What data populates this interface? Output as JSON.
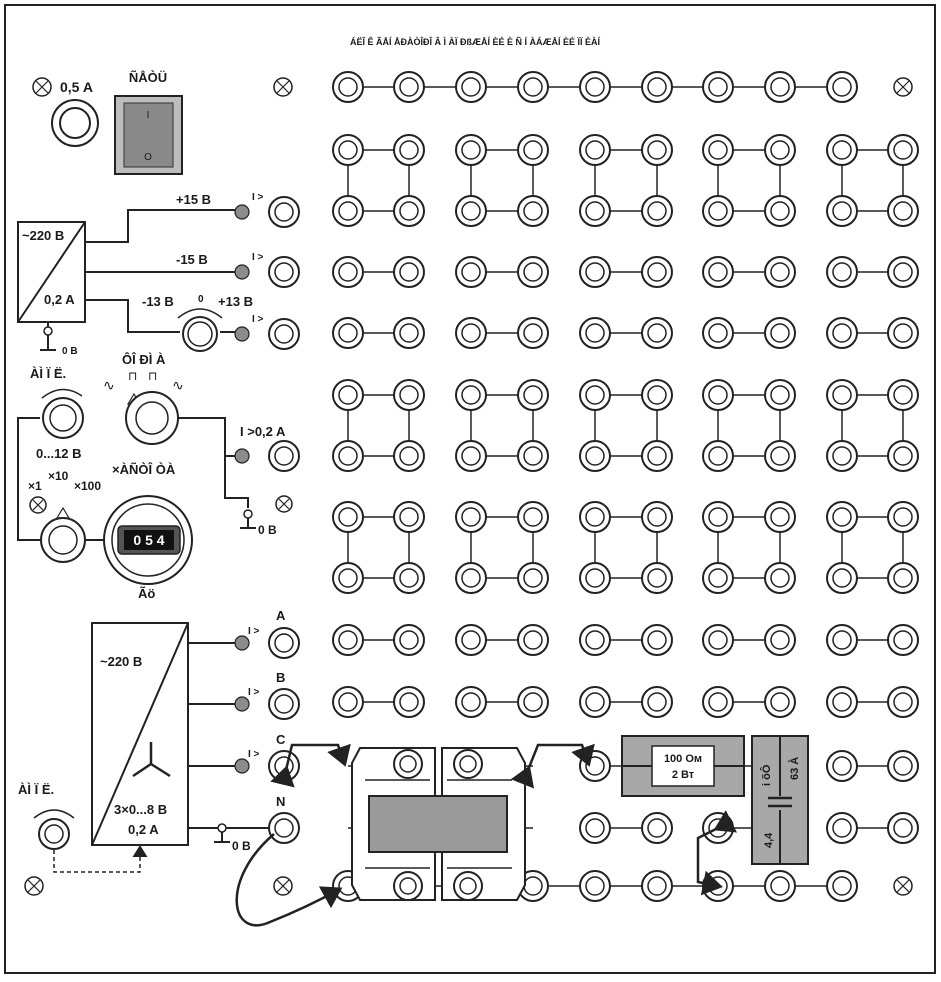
{
  "header_text": "ÁËÎ Ê ÃÅÍ ÅÐÀÒÎÐÎ Â Ì ÀÏ ÐßÆÅÍ ÈÉ È Ñ Í ÀÁÆÅÍ ÈÉ ÏÏ ÈÀÍ",
  "fuse_top_label": "0,5 A",
  "switch": {
    "title": "ÑÅÒÜ",
    "on": "I",
    "off": "O"
  },
  "psu": {
    "input": "~220 B",
    "current": "0,2 A",
    "ground": "0 B"
  },
  "outputs": {
    "p15": "+15 B",
    "m15": "-15 B",
    "adj_min": "-13 B",
    "adj_zero": "0",
    "adj_max": "+13 B",
    "overload": "I >"
  },
  "generator": {
    "amp_label": "ÀÌ Ï Ë.",
    "form_label": "ÔÎ ÐÌ À",
    "range": "0...12 B",
    "overload": "I >0,2 A",
    "freq_label": "×ÀÑÒÎ ÒÀ",
    "mult": [
      "×1",
      "×10",
      "×100"
    ],
    "display_value": "0 5 4",
    "freq_unit": "Ãö",
    "ground": "0 B"
  },
  "three_phase": {
    "input": "~220 B",
    "output": "3×0...8 B",
    "current": "0,2 A",
    "phases": [
      "A",
      "B",
      "C",
      "N"
    ],
    "overload": "I >",
    "amp_label": "ÀÌ Ï Ë.",
    "ground": "0 B"
  },
  "resistor": {
    "value": "100 Ом",
    "power": "2 Вт"
  },
  "capacitor": {
    "label_top": "i õÔ",
    "voltage": "63 À",
    "capacitance": "4,4"
  }
}
